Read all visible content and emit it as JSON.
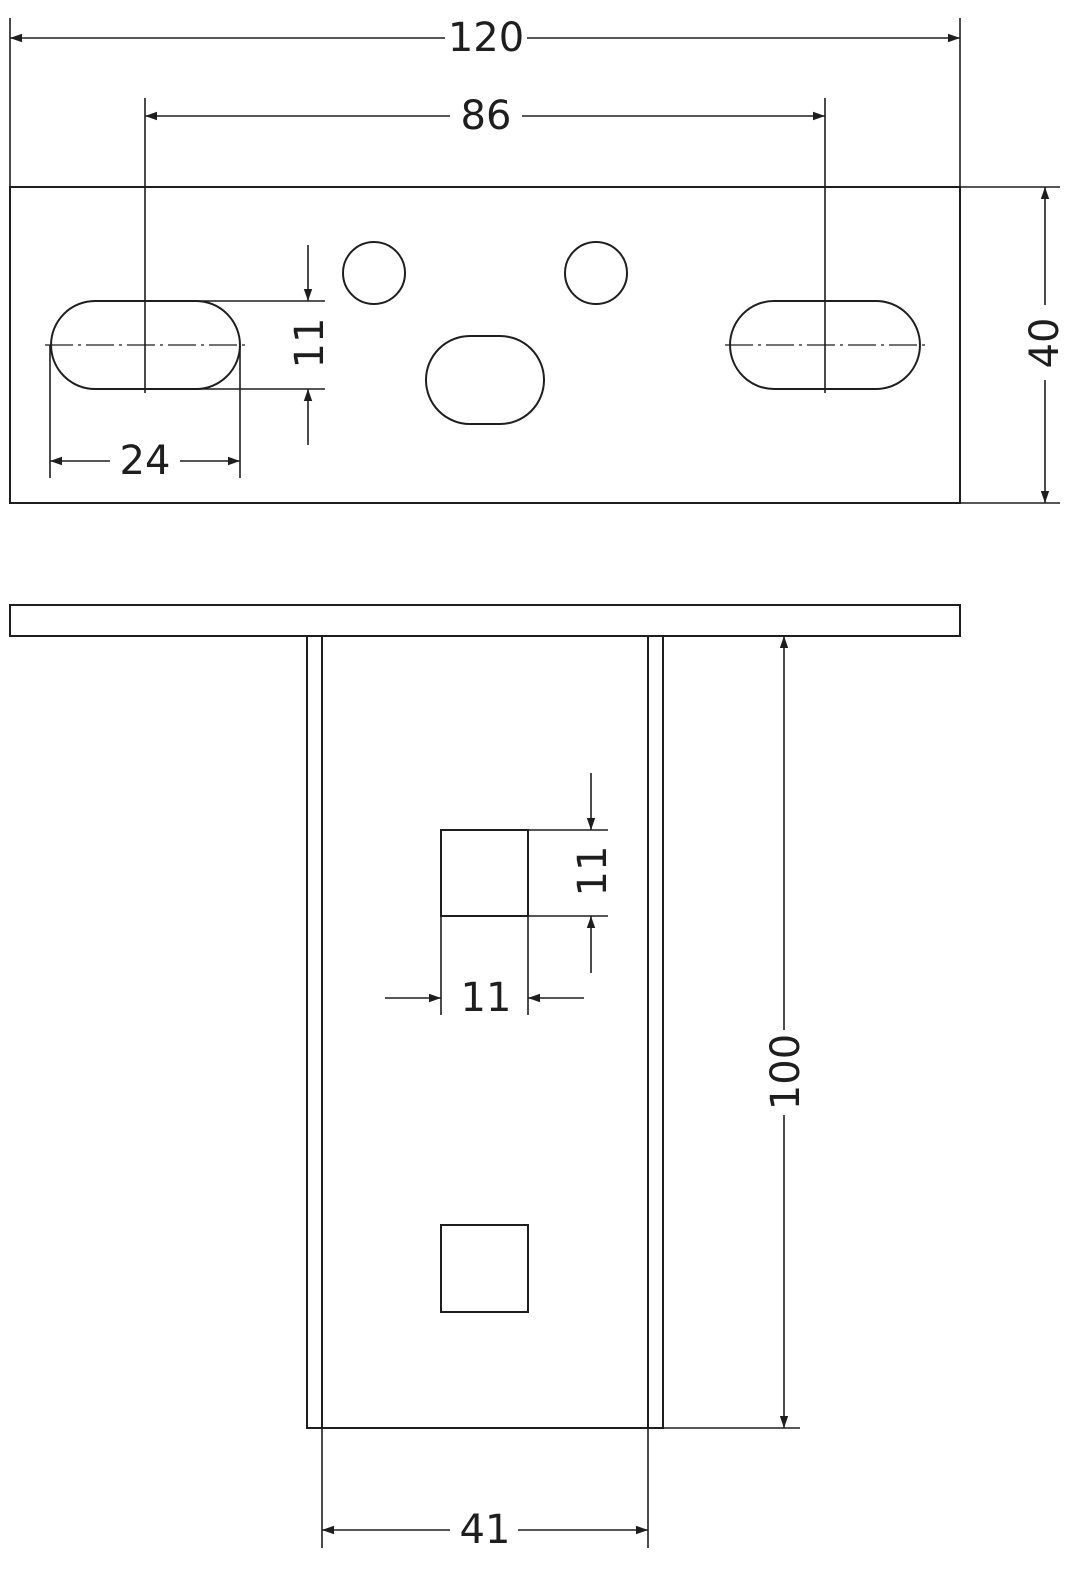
{
  "diagram": {
    "colors": {
      "line": "#1e1e1e",
      "background": "#ffffff"
    },
    "dimensions": {
      "overall_width": "120",
      "slot_spacing": "86",
      "plate_height": "40",
      "slot_height": "11",
      "slot_length": "24",
      "square_hole_height": "11",
      "square_hole_width": "11",
      "bracket_length": "100",
      "bracket_width": "41"
    }
  }
}
